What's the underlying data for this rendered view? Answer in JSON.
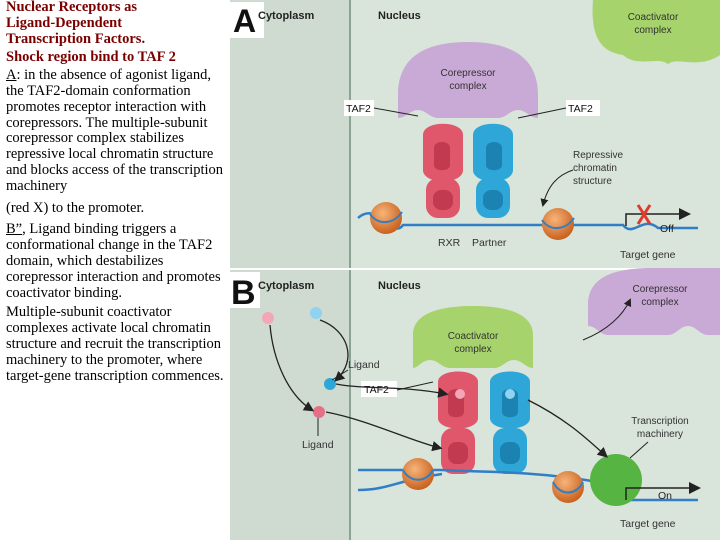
{
  "text": {
    "title_line1": "Nuclear Receptors as",
    "title_line2": "Ligand-Dependent",
    "title_line3": "Transcription Factors.",
    "subtitle": "Shock region bind to TAF 2",
    "a_label": "A",
    "a_text": ": in the absence of agonist ligand, the TAF2-domain conformation promotes receptor interaction with corepressors. The multiple-subunit corepressor complex stabilizes repressive local chromatin structure and blocks access of the transcription machinery",
    "a_text2": "(red X) to the promoter.",
    "b_label": "B”",
    "b_text": ", Ligand binding triggers a conformational change in the TAF2 domain, which destabilizes corepressor interaction and promotes coactivator binding.",
    "b_text2": "Multiple-subunit coactivator complexes activate local chromatin structure and recruit the transcription machinery to the promoter, where target-gene transcription commences."
  },
  "panel_a": {
    "letter": "A",
    "cytoplasm": "Cytoplasm",
    "nucleus": "Nucleus",
    "coactivator_1": "Coactivator",
    "coactivator_2": "complex",
    "corepressor_1": "Corepressor",
    "corepressor_2": "complex",
    "taf2_left": "TAF2",
    "taf2_right": "TAF2",
    "repressive_1": "Repressive",
    "repressive_2": "chromatin",
    "repressive_3": "structure",
    "rxr": "RXR",
    "partner": "Partner",
    "off": "Off",
    "target_gene": "Target gene"
  },
  "panel_b": {
    "letter": "B",
    "cytoplasm": "Cytoplasm",
    "nucleus": "Nucleus",
    "corepressor_1": "Corepressor",
    "corepressor_2": "complex",
    "coactivator_1": "Coactivator",
    "coactivator_2": "complex",
    "ligand_top": "Ligand",
    "ligand_bottom": "Ligand",
    "taf2": "TAF2",
    "machinery_1": "Transcription",
    "machinery_2": "machinery",
    "on": "On",
    "target_gene": "Target gene"
  },
  "colors": {
    "text_dark_red": "#7a0000",
    "cytoplasm_bg": "#cbd8cc",
    "nucleus_bg": "#6f8f7d",
    "corepressor": "#c9a9d5",
    "coactivator": "#a6d36b",
    "rxr": "#e0566a",
    "partner": "#2ea7d8",
    "dna": "#2f7ec6",
    "nucleosome": "#e07d3a",
    "block_x": "#e03a2e",
    "machinery": "#55b442"
  }
}
